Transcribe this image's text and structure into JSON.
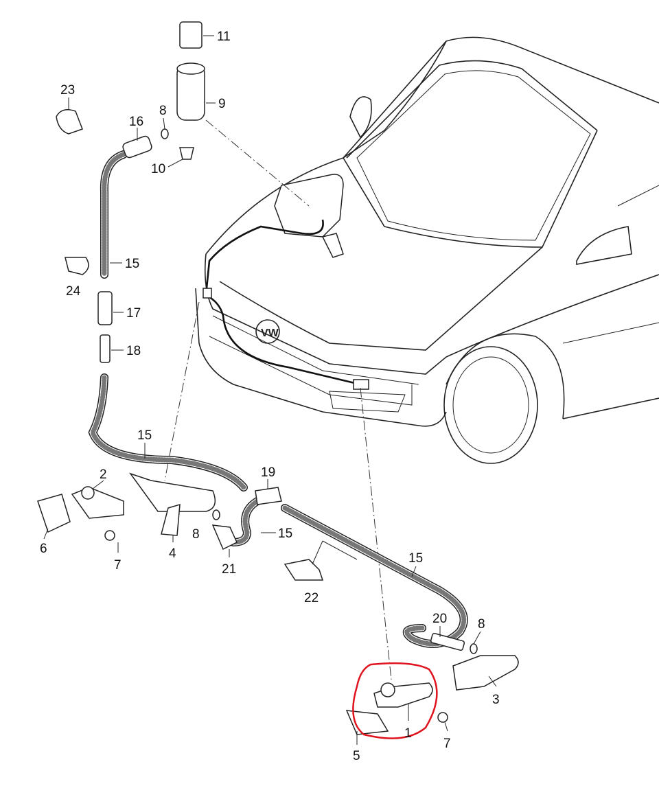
{
  "diagram": {
    "title": "Headlight washer system parts diagram",
    "highlight_color": "#e0141e",
    "labels": {
      "p11": "11",
      "p9": "9",
      "p23": "23",
      "p16": "16",
      "p8a": "8",
      "p10": "10",
      "p15a": "15",
      "p24": "24",
      "p17": "17",
      "p18": "18",
      "p15b": "15",
      "p2": "2",
      "p19": "19",
      "p6": "6",
      "p7a": "7",
      "p4": "4",
      "p8b": "8",
      "p21": "21",
      "p15c": "15",
      "p15d": "15",
      "p22": "22",
      "p20": "20",
      "p8c": "8",
      "p3": "3",
      "p1": "1",
      "p7b": "7",
      "p5": "5"
    }
  }
}
